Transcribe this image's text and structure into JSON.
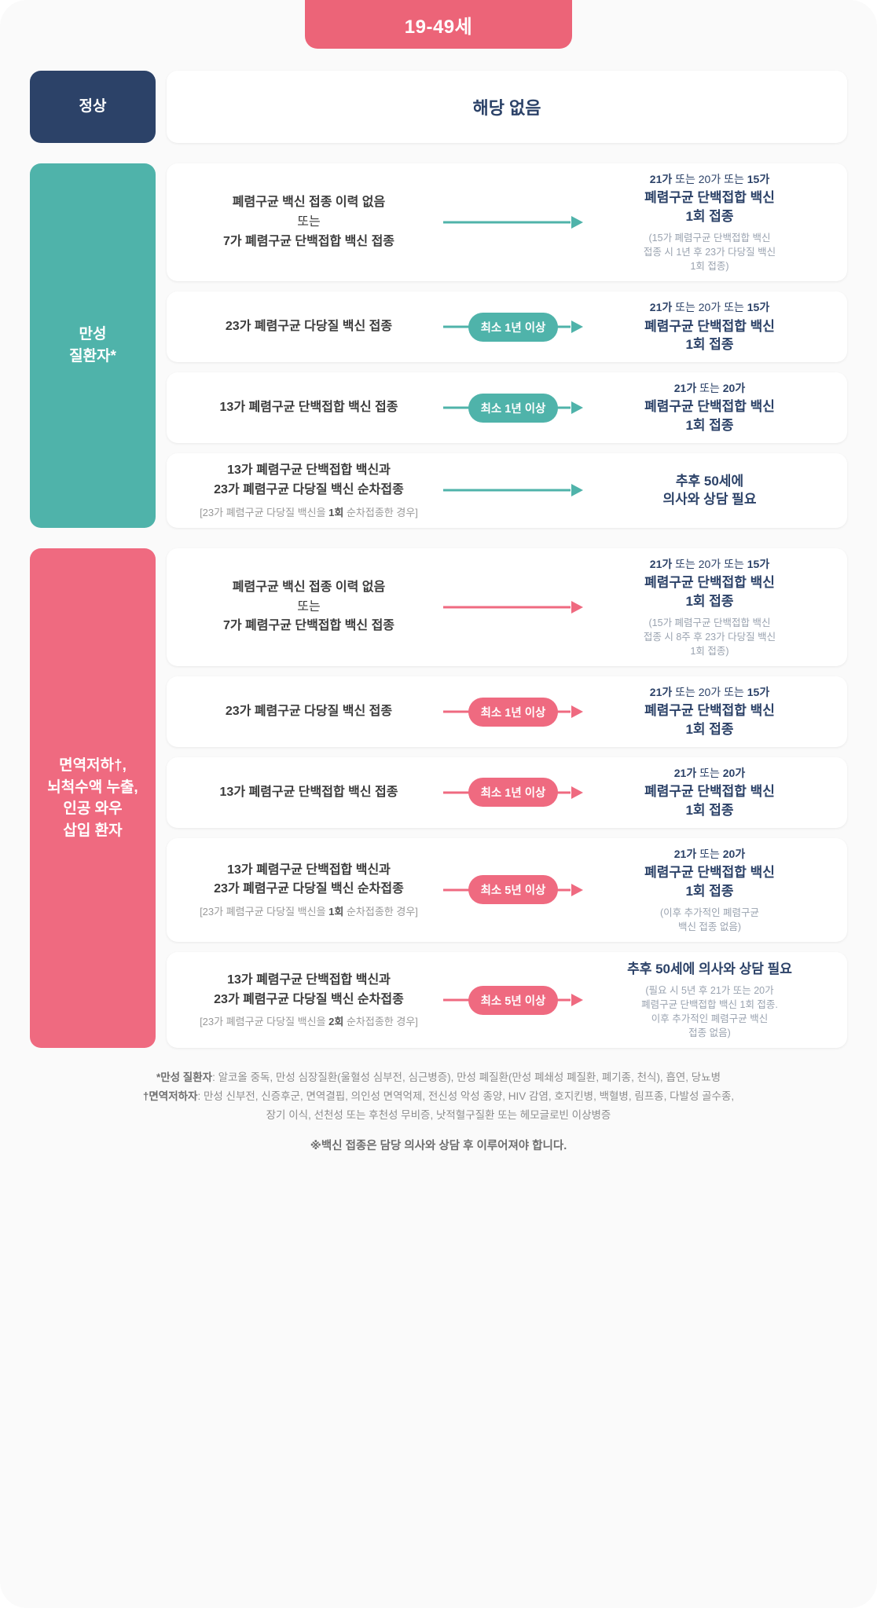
{
  "header": {
    "age_range_label": "19-49세"
  },
  "groups": [
    {
      "id": "normal",
      "side_label": "정상",
      "accent": "#2c4268",
      "rows": [
        {
          "type": "empty",
          "text": "해당 없음"
        }
      ]
    },
    {
      "id": "chronic",
      "side_label": "만성\n질환자*",
      "accent": "#4fb3aa",
      "rows": [
        {
          "type": "flow",
          "left_lines": [
            "폐렴구균 백신 접종 이력 없음",
            "또는",
            "7가 폐렴구균 단백접합 백신 접종"
          ],
          "left_plain_index": 1,
          "connector": "arrow",
          "pill": "",
          "right_top_prefix": "21가",
          "right_top_middle": " 또는 20가 또는 ",
          "right_top_suffix": "15가",
          "right_main": "폐렴구균 단백접합 백신\n1회 접종",
          "right_note": "(15가 폐렴구균 단백접합 백신\n접종 시 1년 후 23가 다당질 백신\n1회 접종)"
        },
        {
          "type": "flow",
          "left_lines": [
            "23가 폐렴구균 다당질 백신 접종"
          ],
          "connector": "pill",
          "pill": "최소 1년 이상",
          "right_top_prefix": "21가",
          "right_top_middle": " 또는 20가 또는 ",
          "right_top_suffix": "15가",
          "right_main": "폐렴구균 단백접합 백신\n1회 접종",
          "right_note": ""
        },
        {
          "type": "flow",
          "left_lines": [
            "13가 폐렴구균 단백접합 백신 접종"
          ],
          "connector": "pill",
          "pill": "최소 1년 이상",
          "right_top_prefix": "21가",
          "right_top_middle": " 또는 ",
          "right_top_suffix": "20가",
          "right_main": "폐렴구균 단백접합 백신\n1회 접종",
          "right_note": ""
        },
        {
          "type": "flow",
          "left_lines": [
            "13가 폐렴구균 단백접합 백신과",
            "23가 폐렴구균 다당질 백신 순차접종"
          ],
          "left_sub_prefix": "[23가 폐렴구균 다당질 백신을 ",
          "left_sub_bold": "1회",
          "left_sub_suffix": " 순차접종한 경우]",
          "connector": "arrow",
          "pill": "",
          "right_top_prefix": "",
          "right_top_middle": "",
          "right_top_suffix": "",
          "right_main": "추후 50세에\n의사와 상담 필요",
          "right_note": ""
        }
      ]
    },
    {
      "id": "immunocompromised",
      "side_label": "면역저하†,\n뇌척수액 누출,\n인공 와우\n삽입 환자",
      "accent": "#ef6a80",
      "rows": [
        {
          "type": "flow",
          "left_lines": [
            "폐렴구균 백신 접종 이력 없음",
            "또는",
            "7가 폐렴구균 단백접합 백신 접종"
          ],
          "left_plain_index": 1,
          "connector": "arrow",
          "pill": "",
          "right_top_prefix": "21가",
          "right_top_middle": " 또는 20가 또는 ",
          "right_top_suffix": "15가",
          "right_main": "폐렴구균 단백접합 백신\n1회 접종",
          "right_note": "(15가 폐렴구균 단백접합 백신\n접종 시 8주 후 23가 다당질 백신\n1회 접종)"
        },
        {
          "type": "flow",
          "left_lines": [
            "23가 폐렴구균 다당질 백신 접종"
          ],
          "connector": "pill",
          "pill": "최소 1년 이상",
          "right_top_prefix": "21가",
          "right_top_middle": " 또는 20가 또는 ",
          "right_top_suffix": "15가",
          "right_main": "폐렴구균 단백접합 백신\n1회 접종",
          "right_note": ""
        },
        {
          "type": "flow",
          "left_lines": [
            "13가 폐렴구균 단백접합 백신 접종"
          ],
          "connector": "pill",
          "pill": "최소 1년 이상",
          "right_top_prefix": "21가",
          "right_top_middle": " 또는 ",
          "right_top_suffix": "20가",
          "right_main": "폐렴구균 단백접합 백신\n1회 접종",
          "right_note": ""
        },
        {
          "type": "flow",
          "left_lines": [
            "13가 폐렴구균 단백접합 백신과",
            "23가 폐렴구균 다당질 백신 순차접종"
          ],
          "left_sub_prefix": "[23가 폐렴구균 다당질 백신을 ",
          "left_sub_bold": "1회",
          "left_sub_suffix": " 순차접종한 경우]",
          "connector": "pill",
          "pill": "최소 5년 이상",
          "right_top_prefix": "21가",
          "right_top_middle": " 또는 ",
          "right_top_suffix": "20가",
          "right_main": "폐렴구균 단백접합 백신\n1회 접종",
          "right_note": "(이후 추가적인 폐렴구균\n백신 접종 없음)"
        },
        {
          "type": "flow",
          "left_lines": [
            "13가 폐렴구균 단백접합 백신과",
            "23가 폐렴구균 다당질 백신 순차접종"
          ],
          "left_sub_prefix": "[23가 폐렴구균 다당질 백신을 ",
          "left_sub_bold": "2회",
          "left_sub_suffix": " 순차접종한 경우]",
          "connector": "pill",
          "pill": "최소 5년 이상",
          "right_top_prefix": "",
          "right_top_middle": "",
          "right_top_suffix": "",
          "right_main": "추후 50세에 의사와 상담 필요",
          "right_note": "(필요 시 5년 후 21가 또는 20가\n폐렴구균 단백접합 백신 1회 접종.\n이후 추가적인 폐렴구균 백신\n접종 없음)"
        }
      ]
    }
  ],
  "footnotes": {
    "chronic_marker": "*만성 질환자",
    "chronic_text": ": 알코올 중독, 만성 심장질환(울혈성 심부전, 심근병증), 만성 폐질환(만성 폐쇄성 폐질환, 폐기종, 천식), 흡연, 당뇨병",
    "immune_marker": "†면역저하자",
    "immune_text_line1": ": 만성 신부전, 신증후군, 면역결핍, 의인성 면역억제, 전신성 악성 종양, HIV 감염, 호지킨병, 백혈병, 림프종, 다발성 골수종,",
    "immune_text_line2": "장기 이식, 선천성 또는 후천성 무비증, 낫적혈구질환 또는 헤모글로빈 이상병증",
    "final_note": "※백신 접종은 담당 의사와 상담 후 이루어져야 합니다."
  }
}
